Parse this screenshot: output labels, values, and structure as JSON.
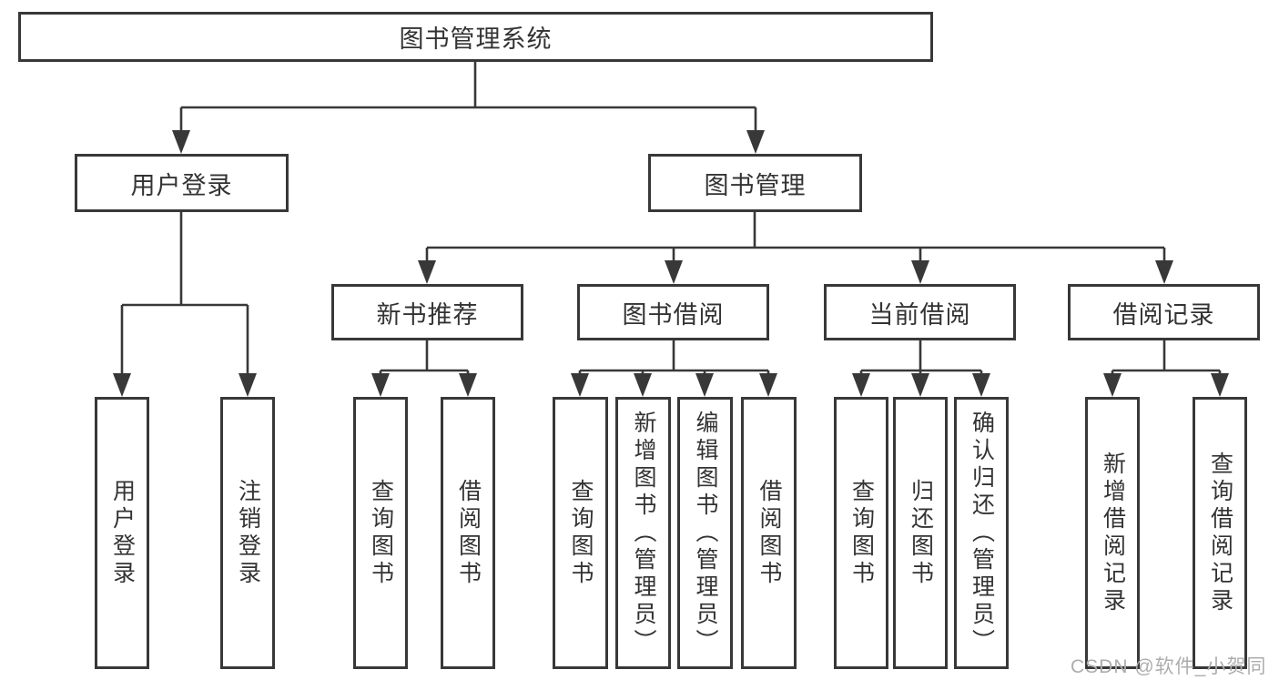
{
  "diagram_type": "hierarchy",
  "watermark": "CSDN @软件_小贺同学",
  "colors": {
    "line": "#383838",
    "box_border": "#383838",
    "box_background": "#ffffff",
    "text": "#333333",
    "watermark": "#adadad",
    "page_background": "#ffffff"
  },
  "tree": {
    "root": {
      "label": "图书管理系统"
    },
    "level1": [
      {
        "label": "用户登录",
        "children": [
          {
            "label": "用户登录"
          },
          {
            "label": "注销登录"
          }
        ]
      },
      {
        "label": "图书管理",
        "children": [
          {
            "label": "新书推荐",
            "children": [
              {
                "label": "查询图书"
              },
              {
                "label": "借阅图书"
              }
            ]
          },
          {
            "label": "图书借阅",
            "children": [
              {
                "label": "查询图书"
              },
              {
                "label": "新增图书（管理员）"
              },
              {
                "label": "编辑图书（管理员）"
              },
              {
                "label": "借阅图书"
              }
            ]
          },
          {
            "label": "当前借阅",
            "children": [
              {
                "label": "查询图书"
              },
              {
                "label": "归还图书"
              },
              {
                "label": "确认归还（管理员）"
              }
            ]
          },
          {
            "label": "借阅记录",
            "children": [
              {
                "label": "新增借阅记录"
              },
              {
                "label": "查询借阅记录"
              }
            ]
          }
        ]
      }
    ]
  }
}
